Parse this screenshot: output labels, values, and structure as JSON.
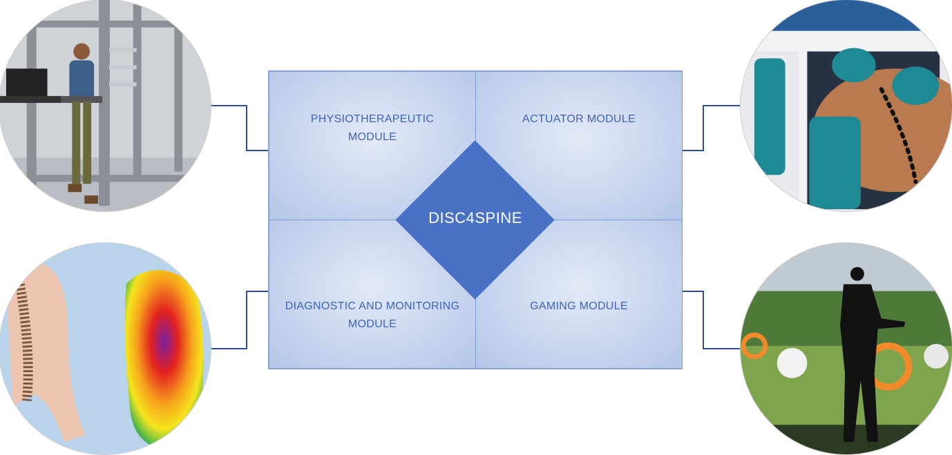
{
  "diagram": {
    "center_label": "DISC4SPINE",
    "modules": {
      "top_left": "PHYSIOTHERAPEUTIC MODULE",
      "top_right": "ACTUATOR MODULE",
      "bottom_left": "DIAGNOSTIC AND MONITORING MODULE",
      "bottom_right": "GAMING MODULE"
    },
    "colors": {
      "diamond": "#4a72c4",
      "module_text": "#3f63b3",
      "connector": "#2e4f8f",
      "panel": "#c9d6ef"
    }
  }
}
